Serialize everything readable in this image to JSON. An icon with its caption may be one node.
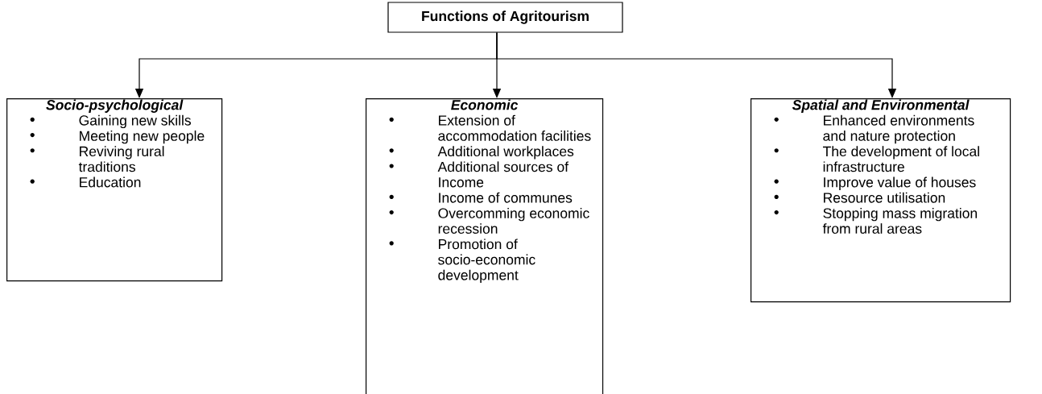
{
  "diagram": {
    "nodes": [
      {
        "text": [
          "Functions of Agritourism"
        ]
      },
      {
        "text": [
          "Socio-psychological",
          "Gaining new skills",
          "Meeting new people",
          "Reviving rural traditions",
          "Education"
        ]
      },
      {
        "text": [
          "Economic",
          "Extension of accommodation facilities",
          "Additional workplaces",
          "Additional sources of Income",
          "Income of communes",
          "Overcomming economic recession",
          "Promotion of socio-economic development"
        ]
      },
      {
        "text": [
          "Spatial and Environmental",
          "Enhanced environments and nature protection",
          "The development of local infrastructure",
          "Improve value of houses",
          "Resource utilisation",
          "Stopping mass migration from rural areas"
        ]
      }
    ],
    "edges": [
      {
        "from": 0,
        "to": 1,
        "arrow": "to"
      },
      {
        "from": 0,
        "to": 2,
        "arrow": "to"
      },
      {
        "from": 0,
        "to": 3,
        "arrow": "to"
      }
    ]
  }
}
